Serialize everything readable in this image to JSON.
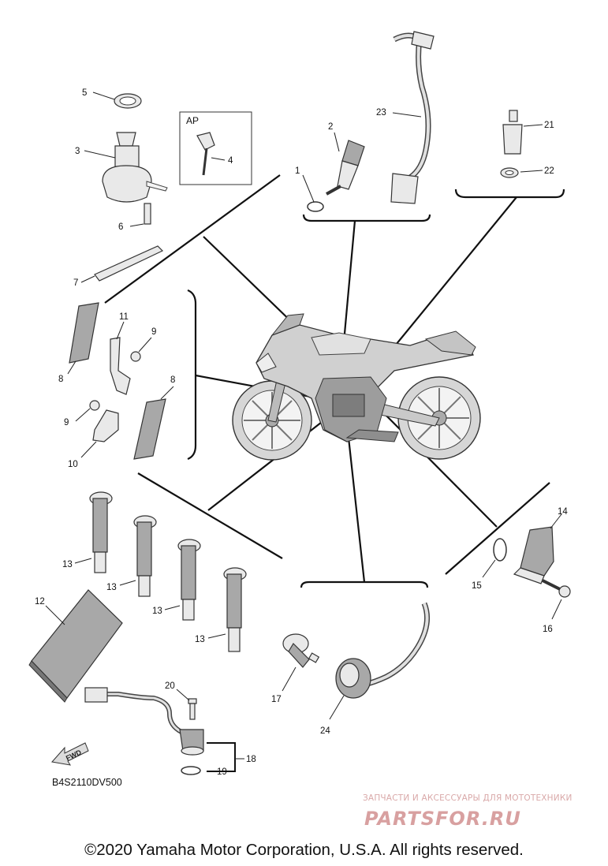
{
  "diagram": {
    "drawing_code": "B4S2110DV500",
    "ap_box_label": "AP",
    "fwd_label": "FWD",
    "part_numbers": {
      "n1": "1",
      "n2": "2",
      "n3": "3",
      "n4": "4",
      "n5": "5",
      "n6": "6",
      "n7": "7",
      "n8a": "8",
      "n8b": "8",
      "n9a": "9",
      "n9b": "9",
      "n10": "10",
      "n11": "11",
      "n12": "12",
      "n13a": "13",
      "n13b": "13",
      "n13c": "13",
      "n13d": "13",
      "n14": "14",
      "n15": "15",
      "n16": "16",
      "n17": "17",
      "n18": "18",
      "n19": "19",
      "n20": "20",
      "n21": "21",
      "n22": "22",
      "n23": "23",
      "n24": "24"
    }
  },
  "watermark": {
    "tagline": "ЗАПЧАСТИ И АКСЕССУАРЫ ДЛЯ МОТОТЕХНИКИ",
    "brand": "PARTSFOR.RU"
  },
  "footer": {
    "copyright": "©2020 Yamaha Motor Corporation, U.S.A. All rights reserved."
  }
}
